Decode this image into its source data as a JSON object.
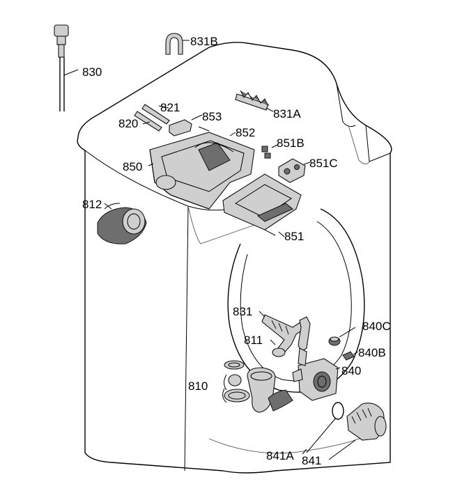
{
  "labels": {
    "l830": "830",
    "l831b": "831B",
    "l821": "821",
    "l820": "820",
    "l853": "853",
    "l831a": "831A",
    "l852": "852",
    "l851b": "851B",
    "l850": "850",
    "l851c": "851C",
    "l812": "812",
    "l851": "851",
    "l831": "831",
    "l811": "811",
    "l840c": "840C",
    "l840b": "840B",
    "l840": "840",
    "l810": "810",
    "l841a": "841A",
    "l841": "841"
  }
}
